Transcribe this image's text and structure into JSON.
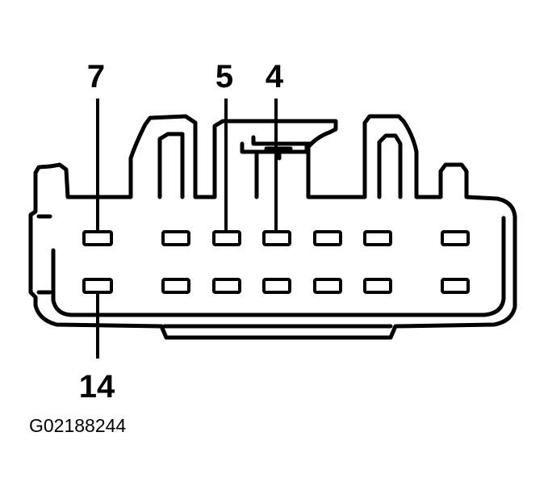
{
  "diagram": {
    "pin_labels": {
      "pin_7": "7",
      "pin_5": "5",
      "pin_4": "4",
      "pin_14": "14"
    },
    "figure_id": "G02188244",
    "colors": {
      "ink": "#000000",
      "paper": "#ffffff"
    }
  }
}
